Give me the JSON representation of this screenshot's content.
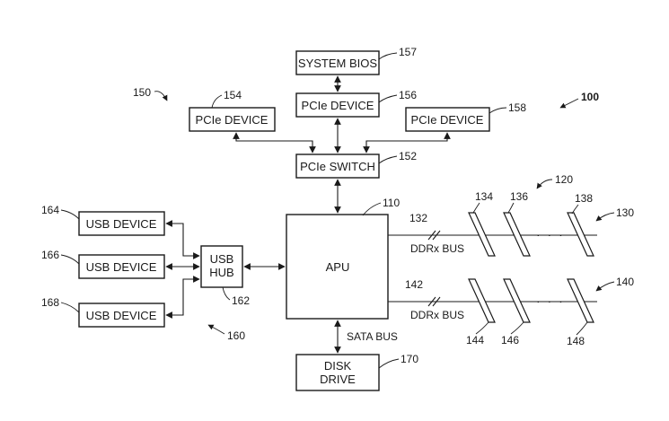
{
  "figure_ref": "100",
  "groups": {
    "pcie_group": "150",
    "usb_group": "160",
    "memory_group": "120"
  },
  "blocks": {
    "system_bios": {
      "label": "SYSTEM BIOS",
      "ref": "157"
    },
    "pcie_device_center": {
      "label": "PCIe DEVICE",
      "ref": "156"
    },
    "pcie_device_left": {
      "label": "PCIe DEVICE",
      "ref": "154"
    },
    "pcie_device_right": {
      "label": "PCIe DEVICE",
      "ref": "158"
    },
    "pcie_switch": {
      "label": "PCIe SWITCH",
      "ref": "152"
    },
    "apu": {
      "label": "APU",
      "ref": "110"
    },
    "usb_hub": {
      "label_line1": "USB",
      "label_line2": "HUB",
      "ref": "162"
    },
    "usb_device_1": {
      "label": "USB DEVICE",
      "ref": "164"
    },
    "usb_device_2": {
      "label": "USB DEVICE",
      "ref": "166"
    },
    "usb_device_3": {
      "label": "USB DEVICE",
      "ref": "168"
    },
    "disk_drive": {
      "label_line1": "DISK",
      "label_line2": "DRIVE",
      "ref": "170"
    }
  },
  "buses": {
    "ddr_top": {
      "label": "DDRx BUS",
      "ref": "132"
    },
    "ddr_bottom": {
      "label": "DDRx BUS",
      "ref": "142"
    },
    "sata": {
      "label": "SATA BUS"
    }
  },
  "memory": {
    "channel_top": {
      "ref": "130",
      "dimm_refs": [
        "134",
        "136",
        "138"
      ],
      "ellipsis": "· · ·"
    },
    "channel_bottom": {
      "ref": "140",
      "dimm_refs": [
        "144",
        "146",
        "148"
      ],
      "ellipsis": "· · ·"
    }
  }
}
